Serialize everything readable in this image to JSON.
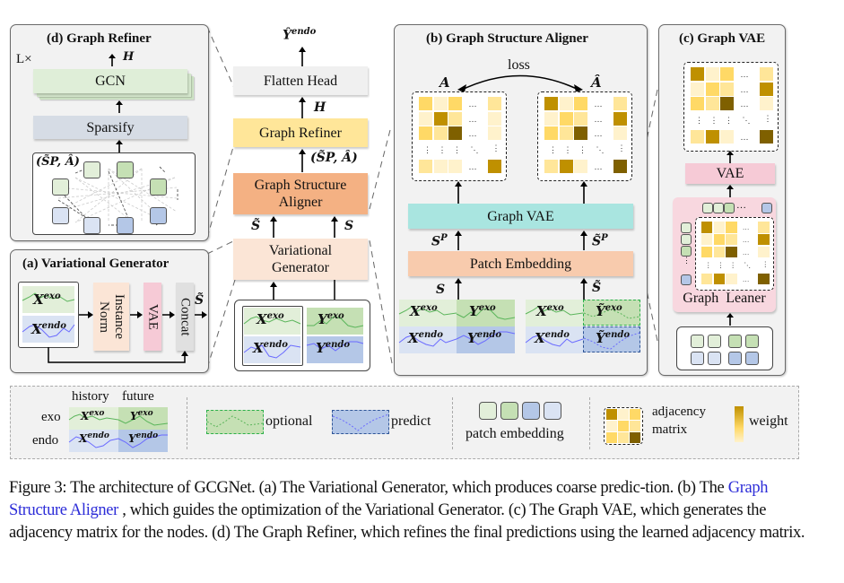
{
  "figure": {
    "panel_d": {
      "title": "(d)  Graph Refiner",
      "repeat": "L×",
      "out": "H",
      "gcn": "GCN",
      "sparsify": "Sparsify",
      "input": "(S̃P, Â)"
    },
    "panel_a": {
      "title": "(a) Variational Generator",
      "x_exo": "X",
      "x_exo_sup": "exo",
      "x_endo": "X",
      "x_endo_sup": "endo",
      "instance_norm": "Instance Norm",
      "vae": "VAE",
      "concat": "Concat",
      "out": "S̃"
    },
    "center": {
      "output": "Ŷ",
      "output_sup": "endo",
      "flatten_head": "Flatten Head",
      "h_label": "H",
      "graph_refiner": "Graph Refiner",
      "refiner_in": "(S̃P, Â)",
      "aligner": "Graph Structure Aligner",
      "s_tilde": "S̃",
      "s": "S",
      "generator": "Variational Generator",
      "inputs": [
        {
          "base": "X",
          "sup": "exo"
        },
        {
          "base": "Y",
          "sup": "exo"
        },
        {
          "base": "X",
          "sup": "endo"
        },
        {
          "base": "Y",
          "sup": "endo"
        }
      ]
    },
    "panel_b": {
      "title": "(b) Graph Structure Aligner",
      "loss": "loss",
      "a": "A",
      "a_hat": "Â",
      "graph_vae": "Graph VAE",
      "sp": "S",
      "sp_sup": "P",
      "sp_tilde": "S̃",
      "patch_embedding": "Patch Embedding",
      "s": "S",
      "s_tilde": "S̃",
      "left_inputs": [
        {
          "base": "X",
          "sup": "exo"
        },
        {
          "base": "Y",
          "sup": "exo"
        },
        {
          "base": "X",
          "sup": "endo"
        },
        {
          "base": "Y",
          "sup": "endo"
        }
      ],
      "right_inputs": [
        {
          "base": "X",
          "sup": "exo"
        },
        {
          "base": "Ỹ",
          "sup": "exo"
        },
        {
          "base": "X",
          "sup": "endo"
        },
        {
          "base": "Ỹ",
          "sup": "endo"
        }
      ]
    },
    "panel_c": {
      "title": "(c) Graph VAE",
      "vae": "VAE",
      "graph_learner": "Graph  Leaner"
    },
    "legend": {
      "history": "history",
      "future": "future",
      "exo": "exo",
      "endo": "endo",
      "optional": "optional",
      "predict": "predict",
      "patch_embedding": "patch embedding",
      "adjacency": "adjacency",
      "matrix": "matrix",
      "weight": "weight"
    },
    "colors": {
      "exo_light": "#e2efd9",
      "exo_dark": "#c5e0b4",
      "endo_light": "#dae3f3",
      "endo_dark": "#b4c7e7",
      "exo_line": "#5bb55b",
      "endo_line": "#6a6aff",
      "flatten": "#f0f0f0",
      "refiner": "#ffe699",
      "aligner": "#f4b183",
      "generator": "#fbe5d6",
      "graph_vae": "#a9e5e0",
      "patch_embedding": "#f8cbad",
      "vae": "#f6cad6",
      "learner_bg": "#f8d7df",
      "gcn": "#d9ead3",
      "sparsify": "#d6dce5",
      "instance_norm": "#fbe5d6",
      "concat": "#e0e0e0",
      "w1": "#fff2cc",
      "w2": "#ffe699",
      "w3": "#ffd966",
      "w4": "#bf9000",
      "w5": "#7f6000"
    }
  },
  "caption": {
    "part1": "Figure 3: The architecture of GCGNet. (a) The Variational Generator, which produces coarse predic-tion. (b) The ",
    "link": "Graph Structure Aligner",
    "part2": " , which guides the optimization of the Variational Generator. (c) The Graph VAE, which generates the adjacency matrix for the nodes.  (d) The Graph Refiner, which refines the final predictions using the learned adjacency matrix."
  }
}
